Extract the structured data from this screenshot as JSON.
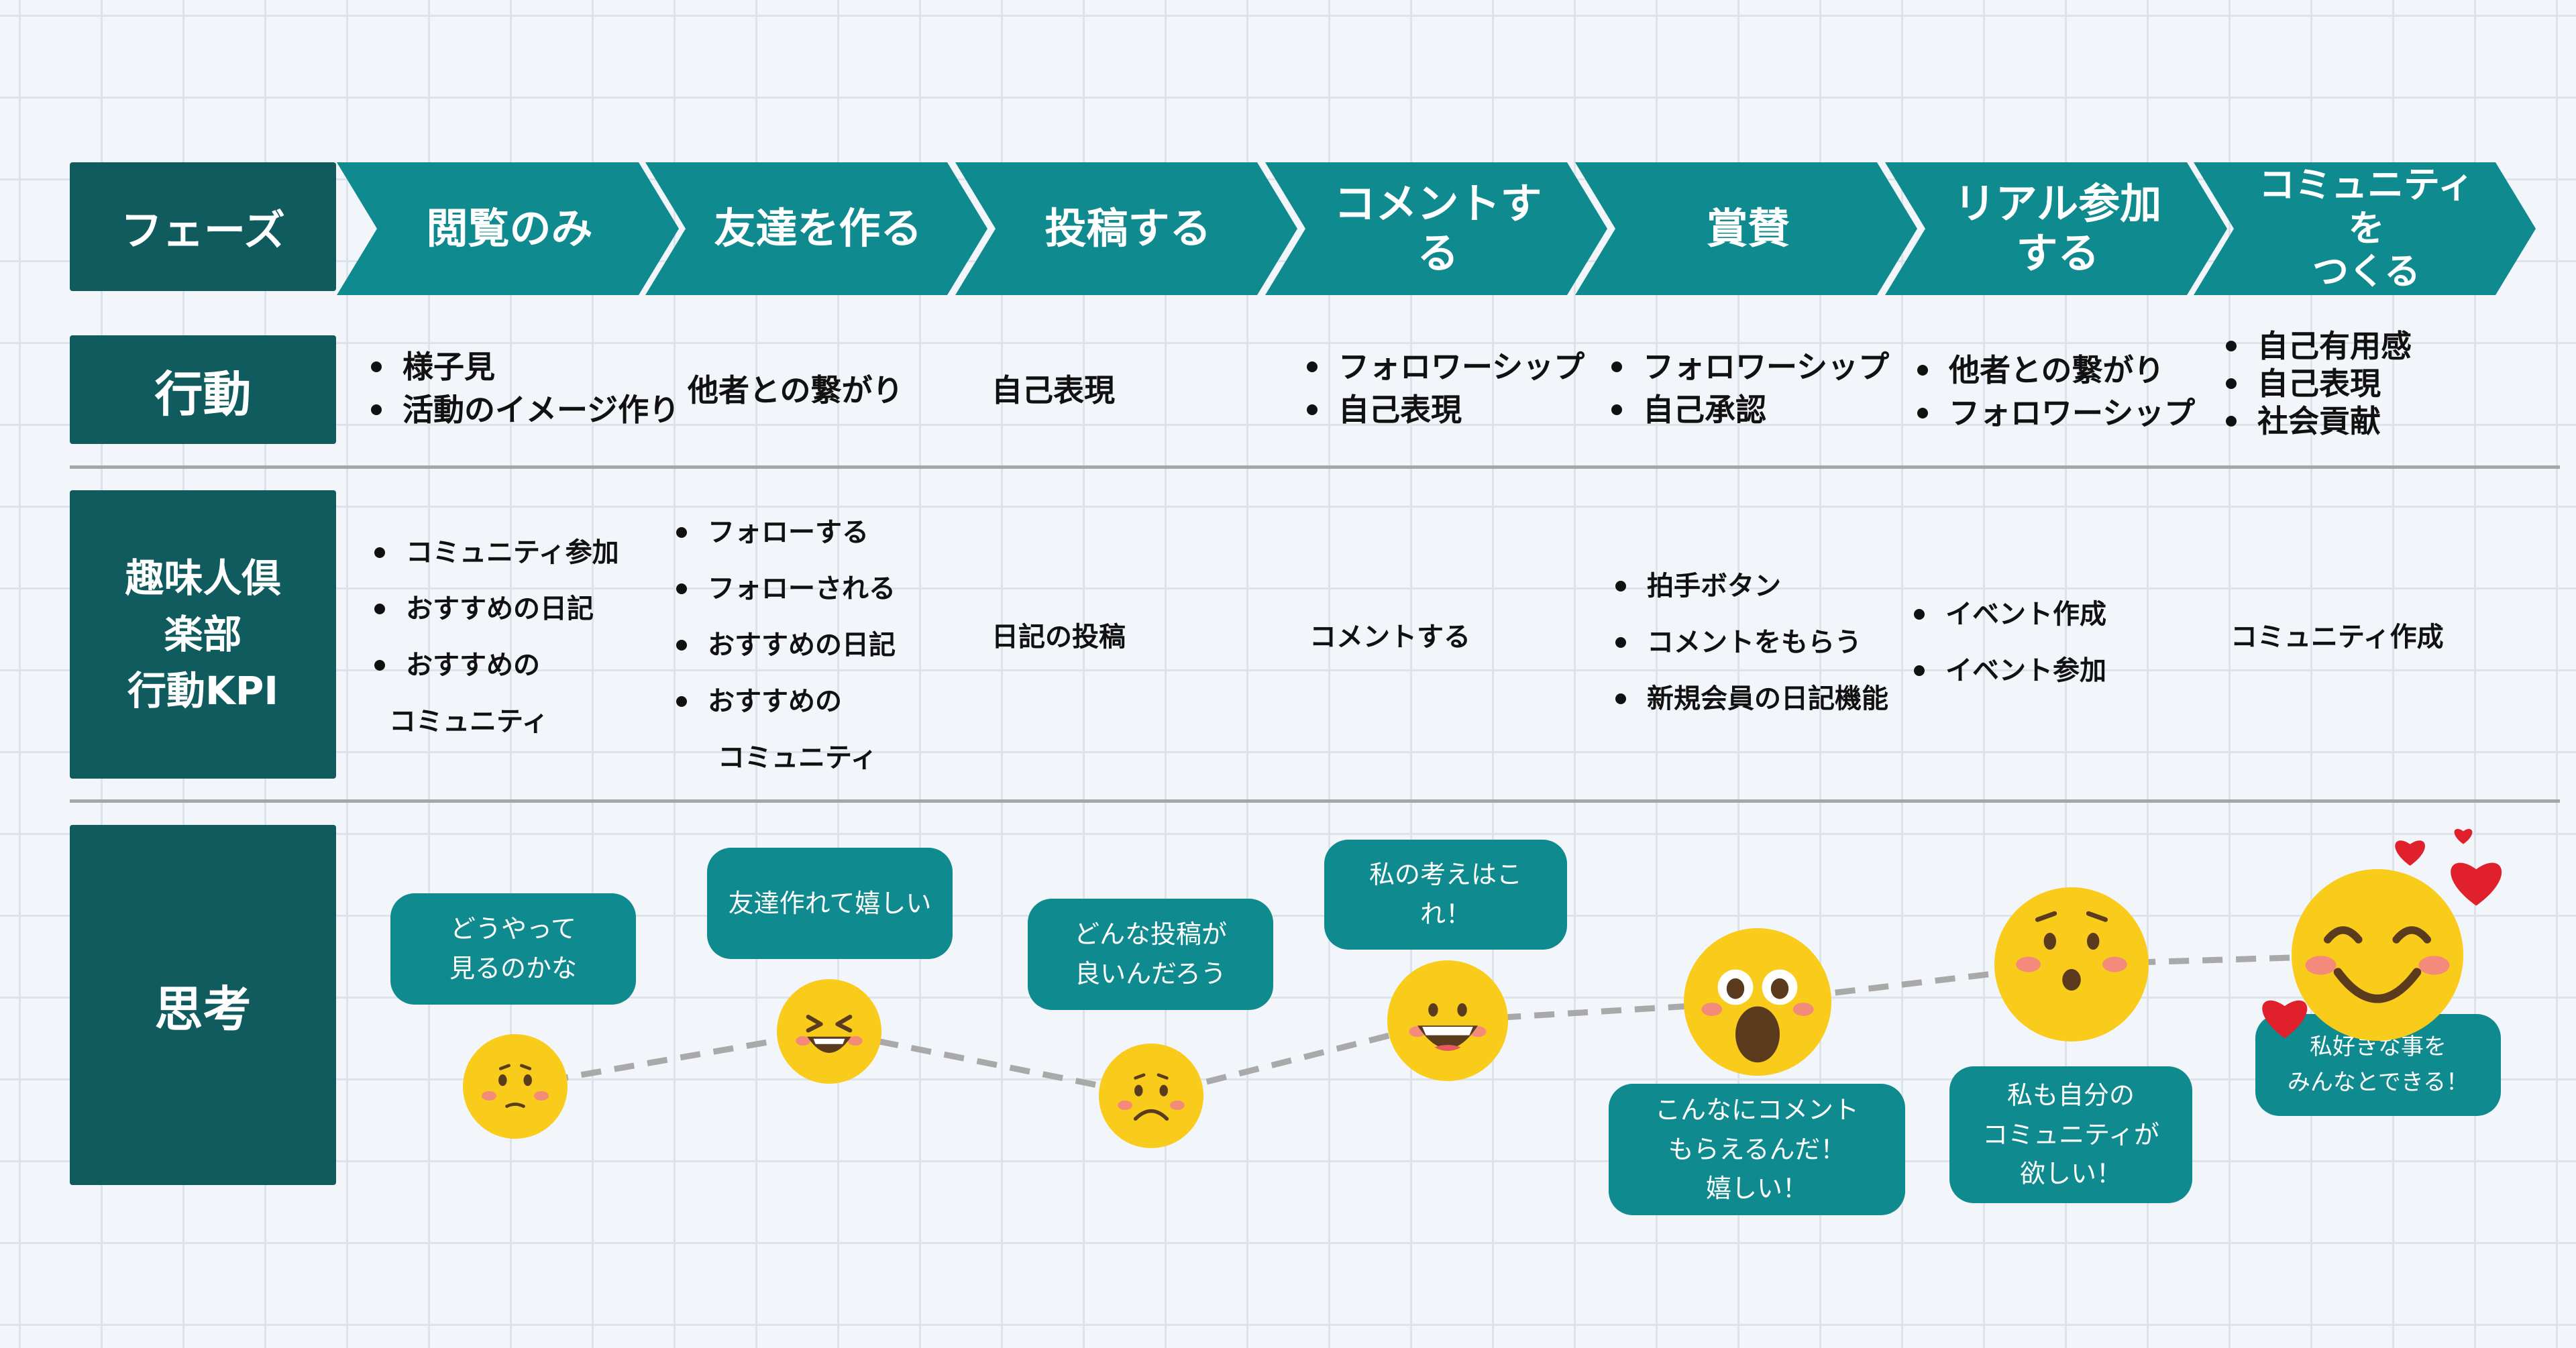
{
  "row_labels": {
    "phase": "フェーズ",
    "behavior": "行動",
    "kpi": [
      "趣味人倶",
      "楽部",
      "行動KPI"
    ],
    "thought": "思考"
  },
  "phases": [
    [
      "閲覧のみ"
    ],
    [
      "友達を作る"
    ],
    [
      "投稿する"
    ],
    [
      "コメントする"
    ],
    [
      "賞賛"
    ],
    [
      "リアル参加する"
    ],
    [
      "コミュニティを",
      "つくる"
    ]
  ],
  "behaviors": [
    {
      "bullet": true,
      "items": [
        "様子見",
        "活動のイメージ作り"
      ]
    },
    {
      "bullet": false,
      "items": [
        "他者との繋がり"
      ]
    },
    {
      "bullet": false,
      "items": [
        "自己表現"
      ]
    },
    {
      "bullet": true,
      "items": [
        "フォロワーシップ",
        "自己表現"
      ]
    },
    {
      "bullet": true,
      "items": [
        "フォロワーシップ",
        "自己承認"
      ]
    },
    {
      "bullet": true,
      "items": [
        "他者との繋がり",
        "フォロワーシップ"
      ]
    },
    {
      "bullet": true,
      "items": [
        "自己有用感",
        "自己表現",
        "社会貢献"
      ]
    }
  ],
  "kpis": [
    {
      "bullet": true,
      "items": [
        "コミュニティ参加",
        "おすすめの日記",
        "おすすめの"
      ],
      "continuation": "コミュニティ"
    },
    {
      "bullet": true,
      "items": [
        "フォローする",
        "フォローされる",
        "おすすめの日記",
        "おすすめの"
      ],
      "continuation": "コミュニティ"
    },
    {
      "bullet": false,
      "items": [
        "日記の投稿"
      ]
    },
    {
      "bullet": false,
      "items": [
        "コメントする"
      ]
    },
    {
      "bullet": true,
      "items": [
        "拍手ボタン",
        "コメントをもらう",
        "新規会員の日記機能"
      ]
    },
    {
      "bullet": true,
      "items": [
        "イベント作成",
        "イベント参加"
      ]
    },
    {
      "bullet": false,
      "items": [
        "コミュニティ作成"
      ]
    }
  ],
  "thoughts": [
    [
      "どうやって",
      "見るのかな"
    ],
    [
      "友達作れて嬉しい"
    ],
    [
      "どんな投稿が",
      "良いんだろう"
    ],
    [
      "私の考えはこれ！"
    ],
    [
      "こんなにコメント",
      "もらえるんだ！",
      "嬉しい！"
    ],
    [
      "私も自分の",
      "コミュニティが",
      "欲しい！"
    ],
    [
      "私好きな事を",
      "みんなとできる！"
    ]
  ],
  "emotions": [
    {
      "name": "confused-face-icon"
    },
    {
      "name": "laughing-face-icon"
    },
    {
      "name": "sad-face-icon"
    },
    {
      "name": "grinning-face-icon"
    },
    {
      "name": "astonished-face-icon"
    },
    {
      "name": "surprised-face-icon"
    },
    {
      "name": "heart-eyes-face-icon"
    }
  ],
  "colors": {
    "label_bg": "#105b5d",
    "arrow_bg": "#0f8a8e",
    "bubble_bg": "#0f8a8e",
    "emoji_face": "#f9cb1b",
    "heart": "#e0202a"
  }
}
